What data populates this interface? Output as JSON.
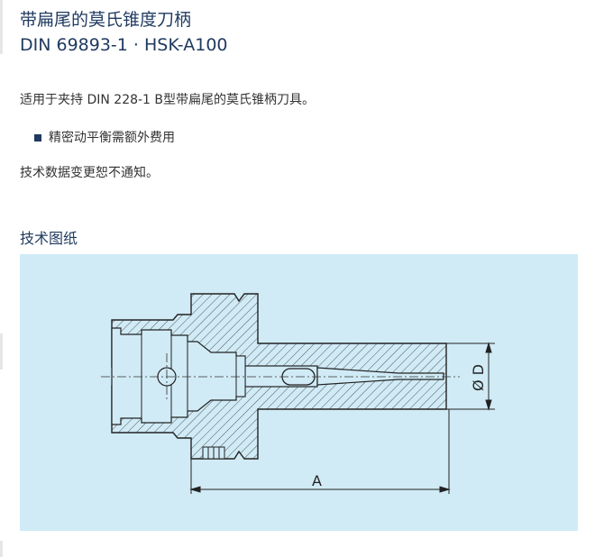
{
  "header": {
    "title_cn": "带扁尾的莫氏锥度刀柄",
    "title_en": "DIN 69893-1 · HSK-A100"
  },
  "description": {
    "intro": "适用于夹持 DIN 228-1 B型带扁尾的莫氏锥柄刀具。",
    "bullets": [
      "精密动平衡需额外费用"
    ],
    "notice": "技术数据变更恕不通知。"
  },
  "drawing_section": {
    "heading": "技术图纸",
    "dimension_a": "A",
    "dimension_d": "Ø D"
  },
  "colors": {
    "heading": "#1f3a5f",
    "panel_background": "#d0ebf6",
    "text": "#333333"
  }
}
